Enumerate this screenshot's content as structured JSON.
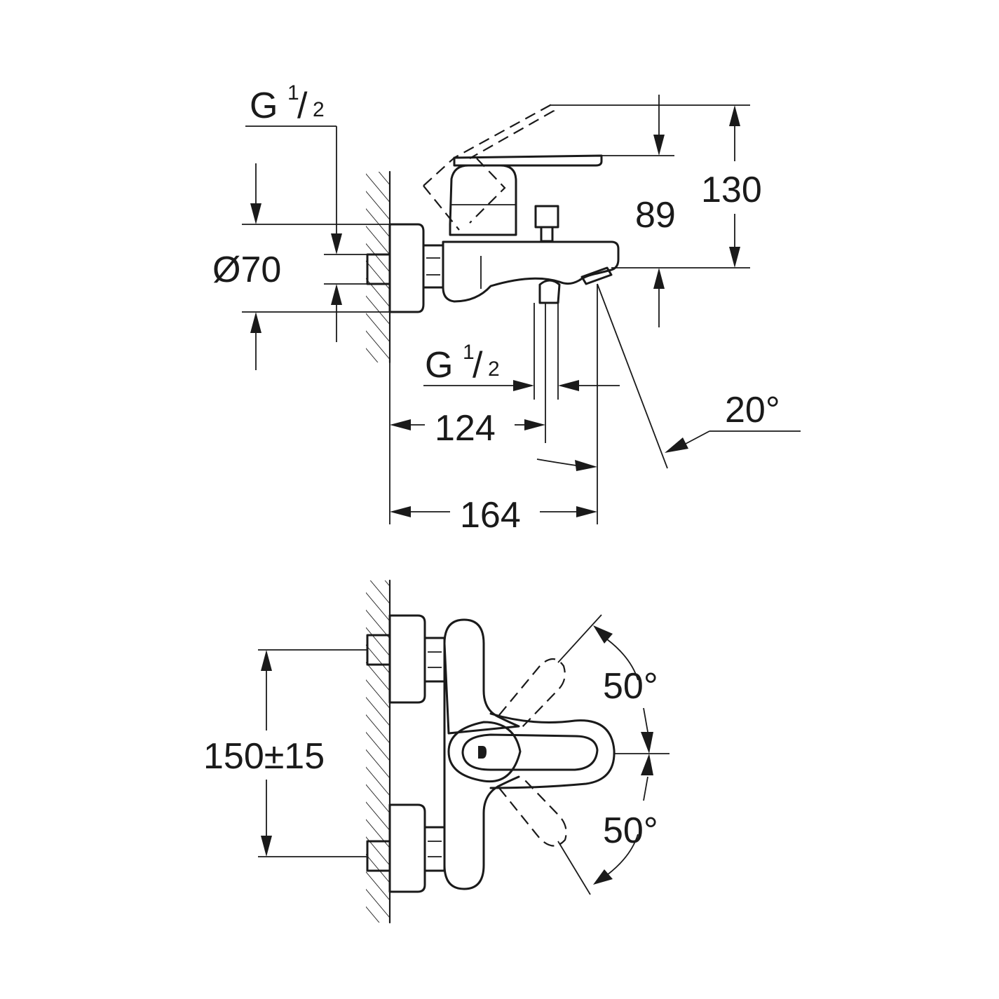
{
  "labels": {
    "thread_top": {
      "letter": "G",
      "num": "1",
      "slash": "/",
      "den": "2"
    },
    "thread_outlet": {
      "letter": "G",
      "num": "1",
      "slash": "/",
      "den": "2"
    },
    "diameter": "Ø70",
    "height_total": "130",
    "height_spout": "89",
    "projection_outlet": "124",
    "projection_spout": "164",
    "spout_angle": "20°",
    "centers": "150±15",
    "lever_angle_up": "50°",
    "lever_angle_down": "50°"
  }
}
